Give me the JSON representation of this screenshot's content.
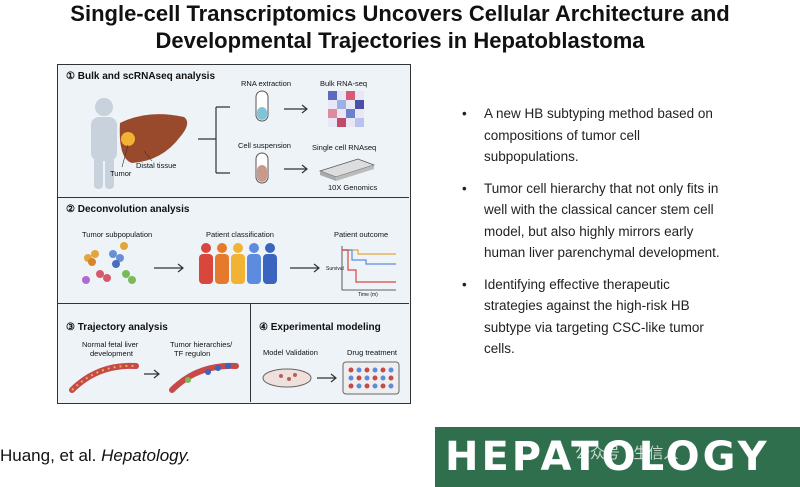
{
  "title": {
    "line1": "Single-cell Transcriptomics Uncovers Cellular Architecture and",
    "line2": "Developmental Trajectories in Hepatoblastoma"
  },
  "figure": {
    "s1": {
      "heading": "① Bulk and scRNAseq analysis",
      "rna_extraction": "RNA extraction",
      "bulk_rnaseq": "Bulk RNA-seq",
      "cell_suspension": "Cell suspension",
      "single_cell": "Single cell RNAseq",
      "genomics": "10X Genomics",
      "distal_tissue": "Distal tissue",
      "tumor": "Tumor"
    },
    "s2": {
      "heading": "② Deconvolution analysis",
      "tumor_subpop": "Tumor subpopulation",
      "patient_class": "Patient classification",
      "patient_outcome": "Patient outcome",
      "survival_axis": "Survival",
      "time_axis": "Time (m)"
    },
    "s3": {
      "heading": "③ Trajectory analysis",
      "normal_fetal_1": "Normal fetal liver",
      "normal_fetal_2": "development",
      "tumor_hier_1": "Tumor hierarchies/",
      "tumor_hier_2": "TF regulon"
    },
    "s4": {
      "heading": "④ Experimental modeling",
      "model_validation": "Model Validation",
      "drug_treatment": "Drug treatment"
    }
  },
  "bullets": [
    [
      "A new HB subtyping method based on",
      "compositions of tumor cell",
      "subpopulations."
    ],
    [
      "Tumor cell hierarchy that not only fits in",
      "well with the classical cancer stem cell",
      "model, but also highly mirrors early",
      "human liver parenchymal development."
    ],
    [
      "Identifying effective therapeutic",
      "strategies against the high-risk HB",
      "subtype via targeting CSC-like tumor",
      "cells."
    ]
  ],
  "bullet_symbol": "•",
  "citation": {
    "authors": "Huang, et al. ",
    "journal": "Hepatology."
  },
  "logo": {
    "text": "HEPATOLOGY",
    "bg_color": "#2f6f4e"
  },
  "watermark": "公众号 · 生信人"
}
